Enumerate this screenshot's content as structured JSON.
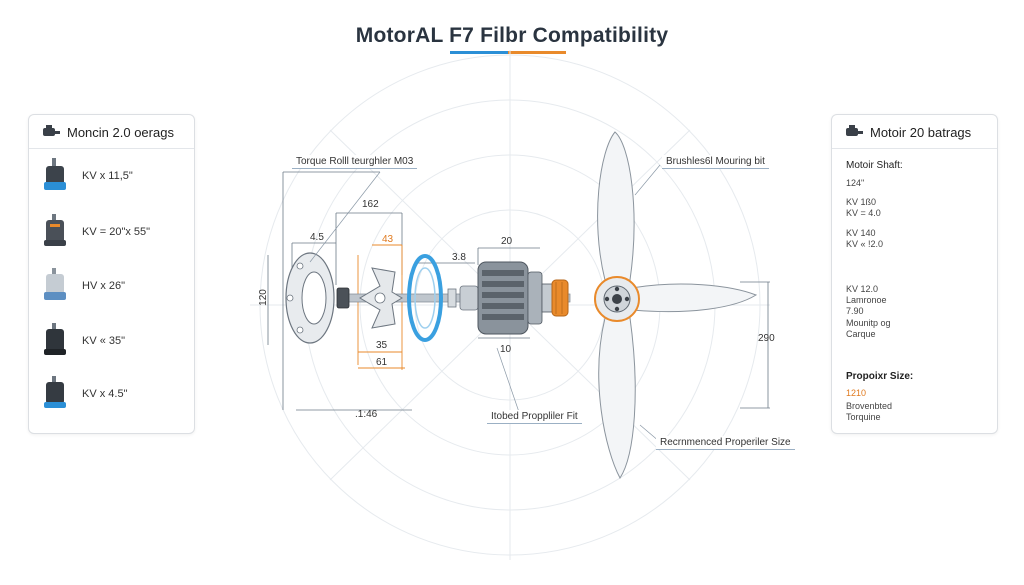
{
  "title": "MotorAL F7 Filbr Compatibility",
  "colors": {
    "accent_blue": "#2b8fd6",
    "accent_orange": "#e98a2b",
    "ring_blue": "#3aa0e0"
  },
  "left_panel": {
    "heading": "Moncin 2.0 oerags",
    "heading_icon": "motor-icon",
    "items": [
      {
        "label": "KV x 11,5\""
      },
      {
        "label": "KV = 20\"x  55\""
      },
      {
        "label": "HV x 26\""
      },
      {
        "label": "KV « 35\""
      },
      {
        "label": "KV x 4.5\""
      }
    ]
  },
  "right_panel": {
    "heading": "Motoir 20 batrags",
    "heading_icon": "motor-icon",
    "shaft_label": "Motoir Shaft:",
    "size_main": "124\"",
    "spec_a1": "KV 1ß0",
    "spec_a2": "KV = 4.0",
    "spec_b1": "KV 140",
    "spec_b2": "KV « !2.0",
    "spec_c1": "KV 12.0",
    "spec_c2": "Lamronoe",
    "spec_c3": "7.90",
    "spec_c4": "Mounitp og",
    "spec_c5": "Carque",
    "prop_label": "Propoixr Size:",
    "prop_value": "1210",
    "prop_sub1": "Brovenbted",
    "prop_sub2": "Torquine"
  },
  "callouts": {
    "torque": "Torque Rolll teurghler M03",
    "brushless": "Brushles6l Mouring bit",
    "fitted": "Itobed Proppliler Fit",
    "recommended": "Recrnmenced Properiler Size"
  },
  "dimensions": {
    "d162": "162",
    "d45": "4.5",
    "d43": "43",
    "d20": "20",
    "d38": "3.8",
    "d120": "120",
    "d35": "35",
    "d61": "61",
    "d10": "10",
    "d146": ".1:46",
    "d290": "290"
  }
}
